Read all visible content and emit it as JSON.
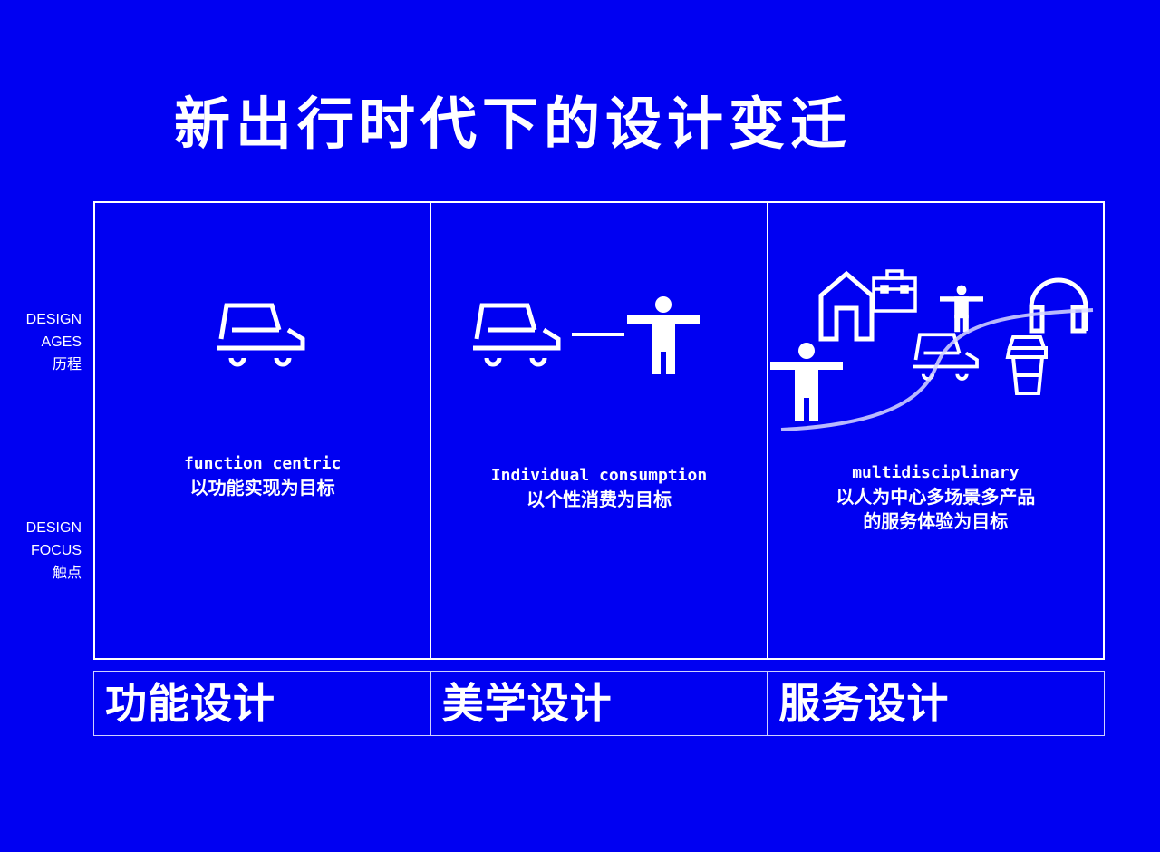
{
  "title": "新出行时代下的设计变迁",
  "side_labels": {
    "ages": [
      "DESIGN",
      "AGES",
      "历程"
    ],
    "focus": [
      "DESIGN",
      "FOCUS",
      "触点"
    ]
  },
  "columns": [
    {
      "en": "function centric",
      "zh": [
        "以功能实现为目标"
      ],
      "label": "功能设计",
      "icons": [
        "car-icon"
      ]
    },
    {
      "en": "Individual consumption",
      "zh": [
        "以个性消费为目标"
      ],
      "label": "美学设计",
      "icons": [
        "car-icon",
        "person-icon"
      ]
    },
    {
      "en": "multidisciplinary",
      "zh": [
        "以人为中心多场景多产品",
        "的服务体验为目标"
      ],
      "label": "服务设计",
      "icons": [
        "person-icon",
        "house-icon",
        "briefcase-icon",
        "car-icon",
        "headphones-icon",
        "cup-icon"
      ]
    }
  ],
  "colors": {
    "background": "#0000f2",
    "foreground": "#ffffff"
  }
}
